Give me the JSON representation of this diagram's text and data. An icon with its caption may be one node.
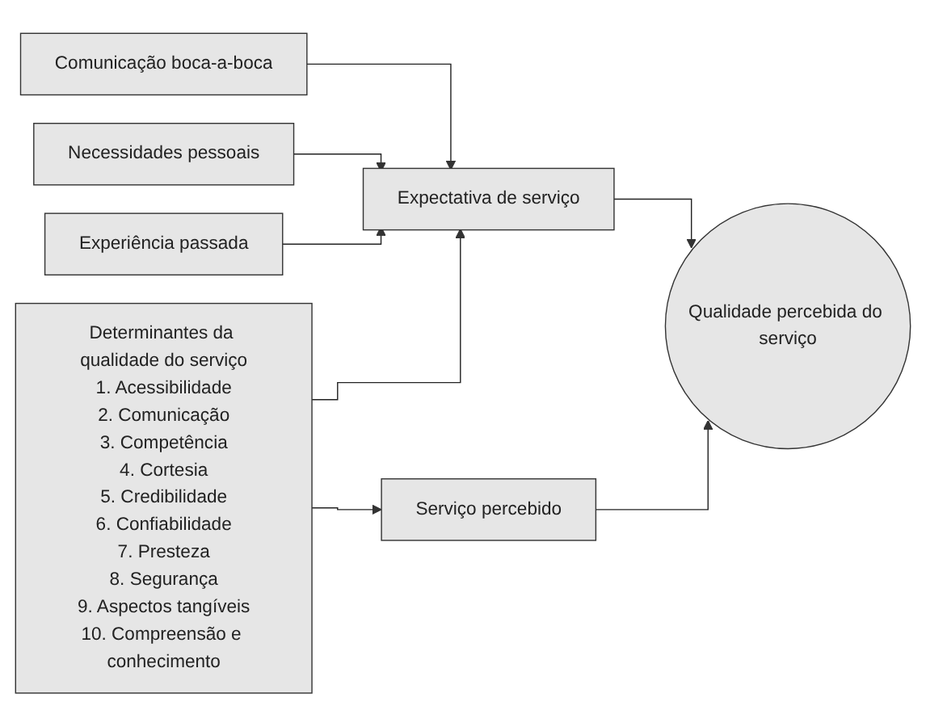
{
  "diagram": {
    "nodes": [
      {
        "text": [
          "Comunicação boca-a-boca"
        ]
      },
      {
        "text": [
          "Necessidades pessoais"
        ]
      },
      {
        "text": [
          "Experiência passada"
        ]
      },
      {
        "text": [
          "Determinantes da qualidade do serviço",
          "1. Acessibilidade",
          "2. Comunicação",
          "3. Competência",
          "4. Cortesia",
          "5. Credibilidade",
          "6. Confiabilidade",
          "7. Presteza",
          "8. Segurança",
          "9. Aspectos tangíveis",
          "10. Compreensão e conhecimento"
        ]
      },
      {
        "text": [
          "Expectativa de serviço"
        ]
      },
      {
        "text": [
          "Serviço percebido"
        ]
      },
      {
        "text": [
          "Qualidade percebida do serviço"
        ]
      }
    ],
    "edges": [
      {
        "from": 0,
        "to": 4,
        "arrow": "to"
      },
      {
        "from": 1,
        "to": 4,
        "arrow": "to"
      },
      {
        "from": 2,
        "to": 4,
        "arrow": "to"
      },
      {
        "from": 3,
        "to": 4,
        "arrow": "to"
      },
      {
        "from": 3,
        "to": 5,
        "arrow": "to"
      },
      {
        "from": 4,
        "to": 6,
        "arrow": "to"
      },
      {
        "from": 5,
        "to": 6,
        "arrow": "to"
      }
    ]
  }
}
